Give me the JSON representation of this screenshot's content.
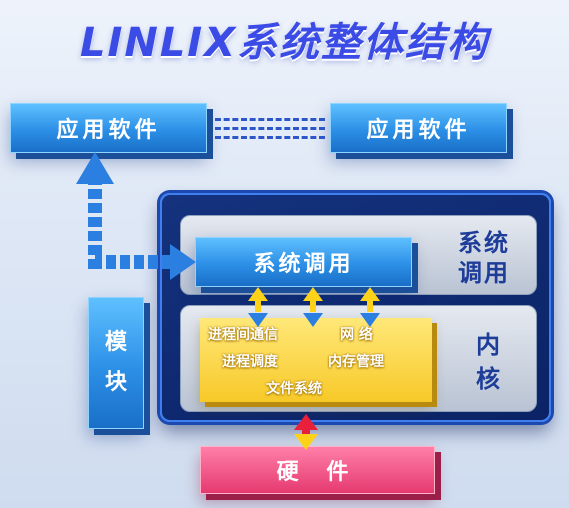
{
  "title": "LINLIX系统整体结构",
  "app_software_left": "应用软件",
  "app_software_right": "应用软件",
  "system_call": {
    "box_label": "系统调用",
    "side_label_line1": "系统",
    "side_label_line2": "调用"
  },
  "kernel": {
    "items": {
      "ipc": "进程间通信",
      "network": "网  络",
      "scheduling": "进程调度",
      "memory": "内存管理",
      "filesystem": "文件系统"
    },
    "side_label_line1": "内",
    "side_label_line2": "核"
  },
  "module": {
    "line1": "模",
    "line2": "块"
  },
  "hardware": "硬  件",
  "colors": {
    "title": "#3b4be6",
    "blue_box": "#2c8fe6",
    "kernel_frame": "#0b2366",
    "yellow_box": "#f7c928",
    "hardware_box": "#e53a70",
    "arrow_yellow": "#ffd21a",
    "arrow_blue": "#2a7fe0",
    "arrow_red": "#e8203c"
  }
}
